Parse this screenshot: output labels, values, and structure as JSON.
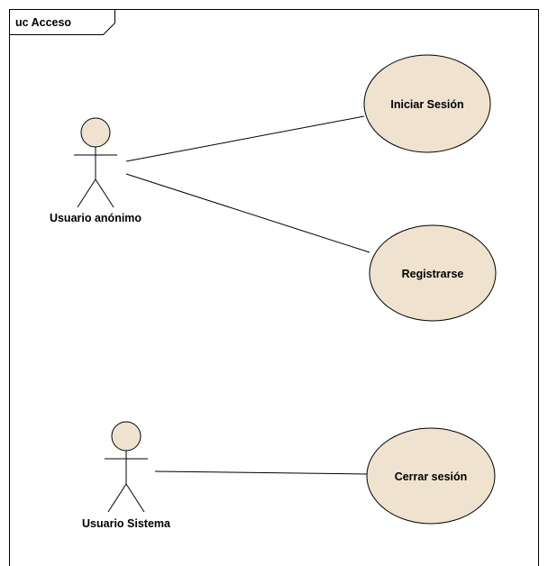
{
  "diagram": {
    "frame_title": "uc Acceso",
    "colors": {
      "fill": "#efe3cf",
      "stroke": "#000000",
      "background": "#ffffff"
    },
    "actors": [
      {
        "id": "usuario_anonimo",
        "label": "Usuario anónimo"
      },
      {
        "id": "usuario_sistema",
        "label": "Usuario Sistema"
      }
    ],
    "use_cases": [
      {
        "id": "iniciar_sesion",
        "label": "Iniciar Sesión"
      },
      {
        "id": "registrarse",
        "label": "Registrarse"
      },
      {
        "id": "cerrar_sesion",
        "label": "Cerrar sesión"
      }
    ],
    "associations": [
      {
        "from": "usuario_anonimo",
        "to": "iniciar_sesion"
      },
      {
        "from": "usuario_anonimo",
        "to": "registrarse"
      },
      {
        "from": "usuario_sistema",
        "to": "cerrar_sesion"
      }
    ]
  }
}
